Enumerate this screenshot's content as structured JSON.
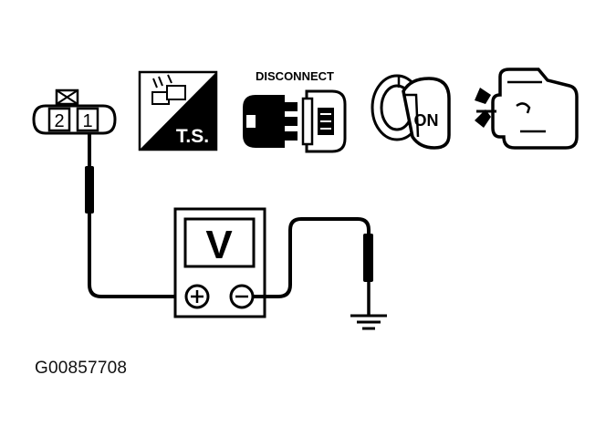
{
  "connector": {
    "pin_left": "2",
    "pin_right": "1"
  },
  "icons": {
    "ts_label": "T.S.",
    "disconnect_label": "DISCONNECT",
    "ignition_label": "ON"
  },
  "meter": {
    "label": "V",
    "positive_symbol": "⊕",
    "negative_symbol": "⊖"
  },
  "figure_id": "G00857708"
}
